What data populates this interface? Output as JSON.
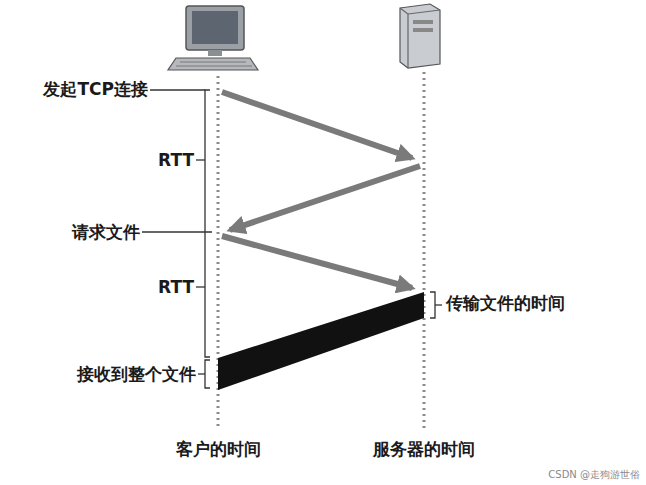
{
  "diagram": {
    "labels": [
      "发起TCP连接",
      "RTT",
      "请求文件",
      "RTT",
      "传输文件的时间",
      "接收到整个文件",
      "客户的时间",
      "服务器的时间",
      "CSDN @走狗游世俗"
    ]
  }
}
